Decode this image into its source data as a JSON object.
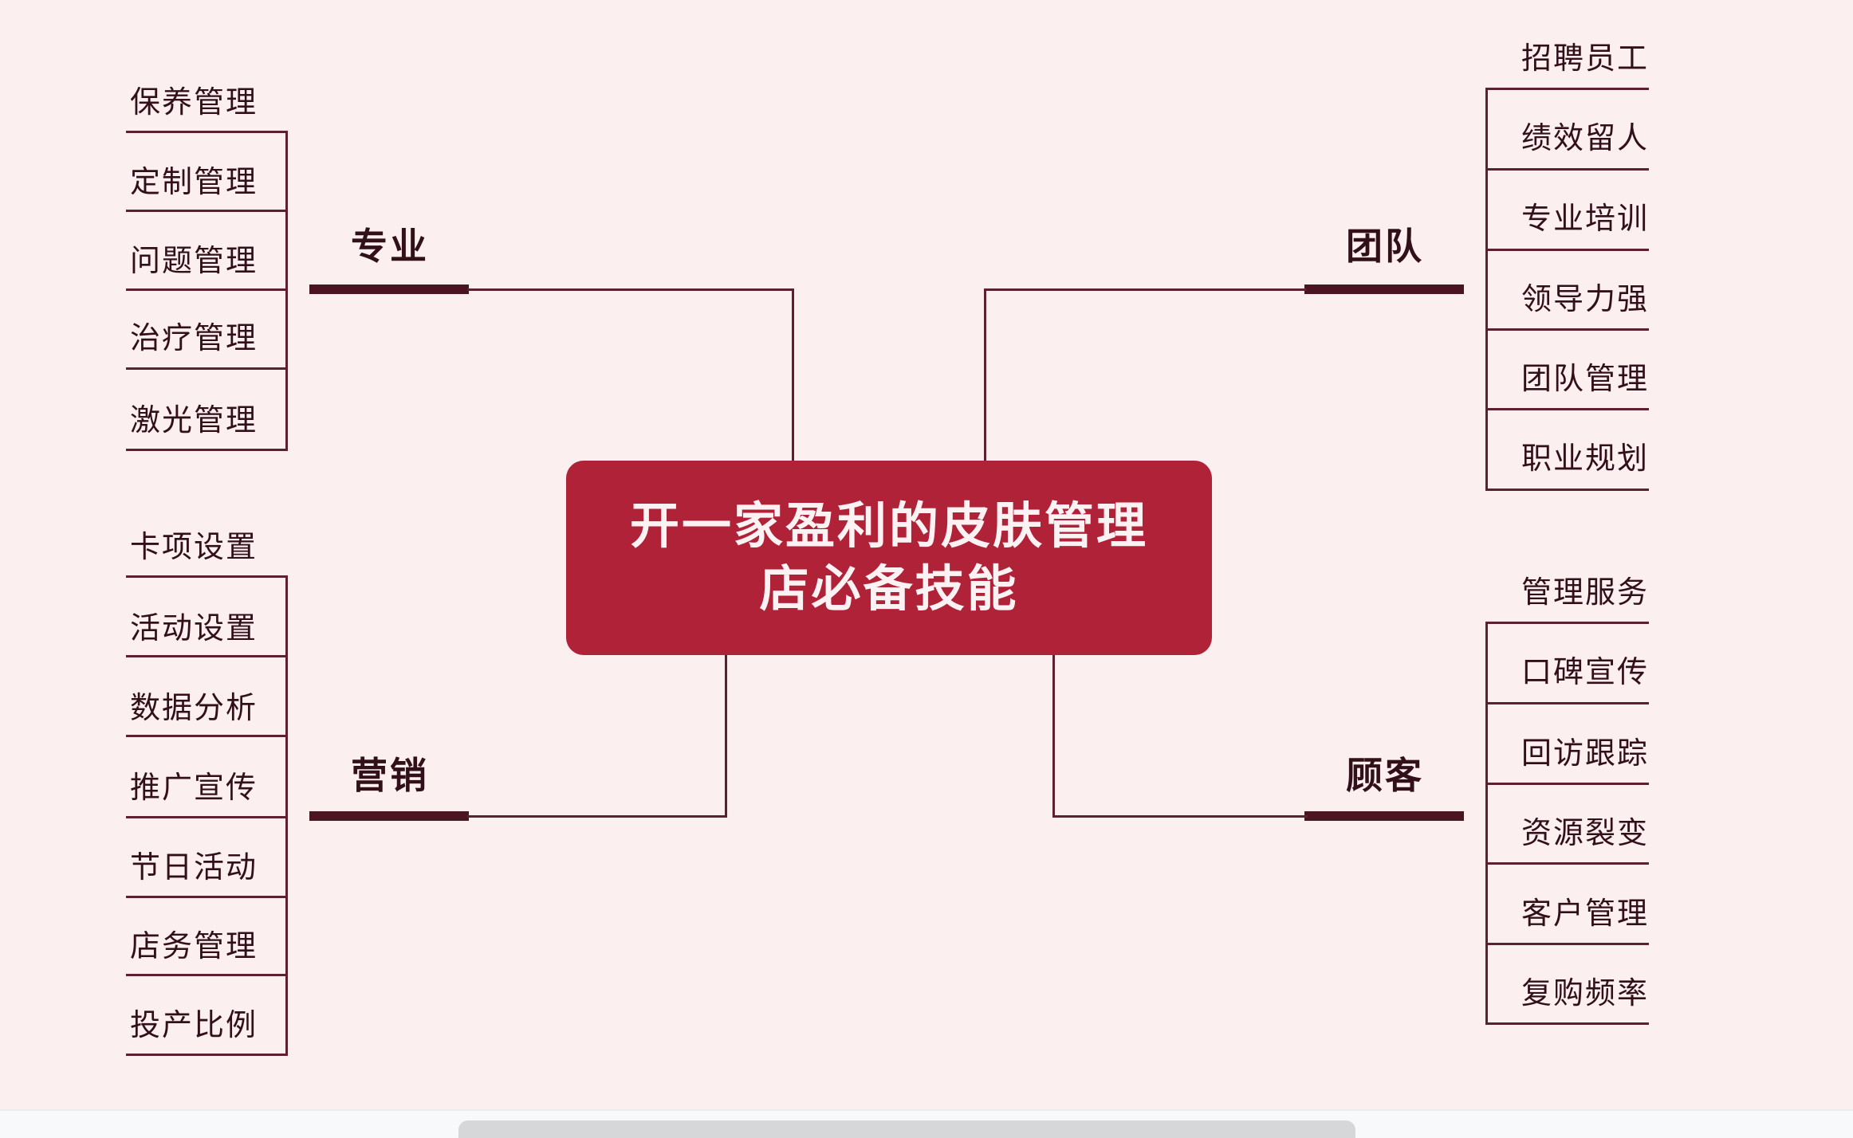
{
  "theme": {
    "background": "#FBEFF0",
    "line_color": "#5C2030",
    "bar_color": "#4A1520",
    "center_card_color": "#AF2238",
    "center_text_color": "#FDF2F3",
    "label_color": "#32101A",
    "scrollbar_track": "#F8F9FA",
    "scrollbar_thumb": "#D5D7D9"
  },
  "center": {
    "line1": "开一家盈利的皮肤管理",
    "line2": "店必备技能"
  },
  "branches": {
    "top_left": {
      "label": "专业",
      "children": [
        {
          "label": "保养管理"
        },
        {
          "label": "定制管理"
        },
        {
          "label": "问题管理"
        },
        {
          "label": "治疗管理"
        },
        {
          "label": "激光管理"
        }
      ]
    },
    "bottom_left": {
      "label": "营销",
      "children": [
        {
          "label": "卡项设置"
        },
        {
          "label": "活动设置"
        },
        {
          "label": "数据分析"
        },
        {
          "label": "推广宣传"
        },
        {
          "label": "节日活动"
        },
        {
          "label": "店务管理"
        },
        {
          "label": "投产比例"
        }
      ]
    },
    "top_right": {
      "label": "团队",
      "children": [
        {
          "label": "招聘员工"
        },
        {
          "label": "绩效留人"
        },
        {
          "label": "专业培训"
        },
        {
          "label": "领导力强"
        },
        {
          "label": "团队管理"
        },
        {
          "label": "职业规划"
        }
      ]
    },
    "bottom_right": {
      "label": "顾客",
      "children": [
        {
          "label": "管理服务"
        },
        {
          "label": "口碑宣传"
        },
        {
          "label": "回访跟踪"
        },
        {
          "label": "资源裂变"
        },
        {
          "label": "客户管理"
        },
        {
          "label": "复购频率"
        }
      ]
    }
  }
}
